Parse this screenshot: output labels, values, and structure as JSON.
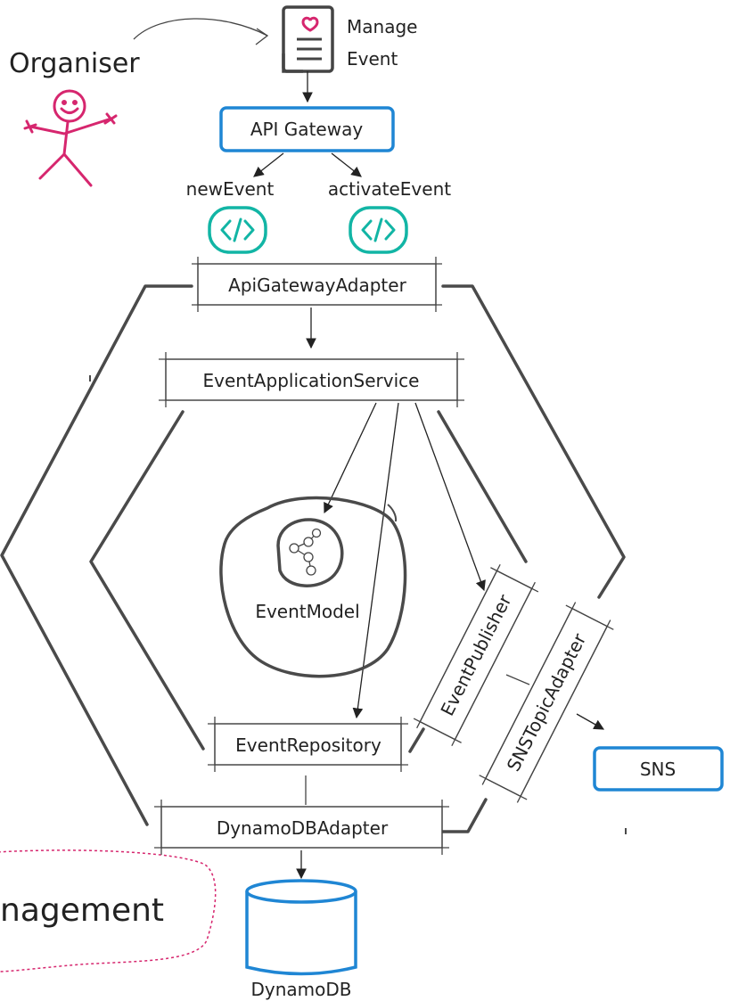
{
  "actor": {
    "label": "Organiser"
  },
  "manage_event": {
    "line1": "Manage",
    "line2": "Event"
  },
  "api_gateway": {
    "label": "API Gateway"
  },
  "endpoints": {
    "left": "newEvent",
    "right": "activateEvent"
  },
  "components": {
    "api_gateway_adapter": "ApiGatewayAdapter",
    "event_application_service": "EventApplicationService",
    "event_model": "EventModel",
    "event_publisher": "EventPublisher",
    "sns_topic_adapter": "SNSTopicAdapter",
    "event_repository": "EventRepository",
    "dynamodb_adapter": "DynamoDBAdapter"
  },
  "external": {
    "sns": "SNS",
    "dynamodb": "DynamoDB"
  },
  "bounded_context": {
    "label": "nagement"
  },
  "colors": {
    "actor": "#d6266e",
    "aws_blue": "#1f86d4",
    "endpoint_teal": "#12b5a5",
    "hexagon": "#4a4a4a"
  }
}
